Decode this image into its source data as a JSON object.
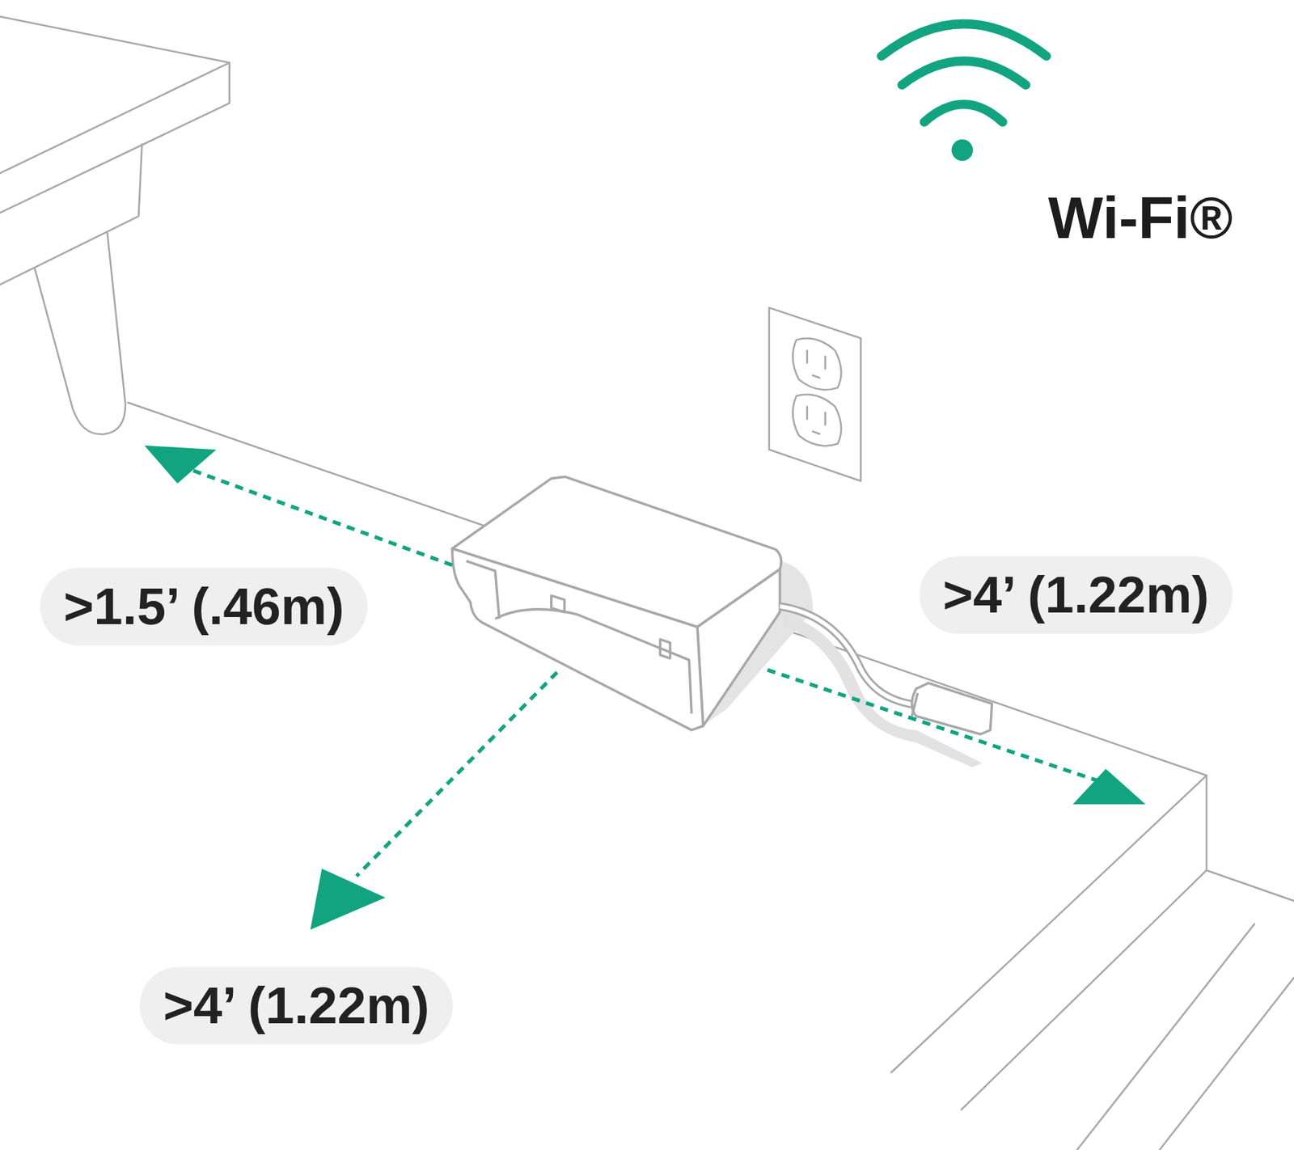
{
  "diagram": {
    "nodes": [
      {
        "text": [
          ">1.5’ (.46m)"
        ]
      },
      {
        "text": [
          ">4’ (1.22m)"
        ]
      },
      {
        "text": [
          ">4’ (1.22m)"
        ]
      }
    ],
    "labels": [
      "Wi-Fi®"
    ]
  }
}
